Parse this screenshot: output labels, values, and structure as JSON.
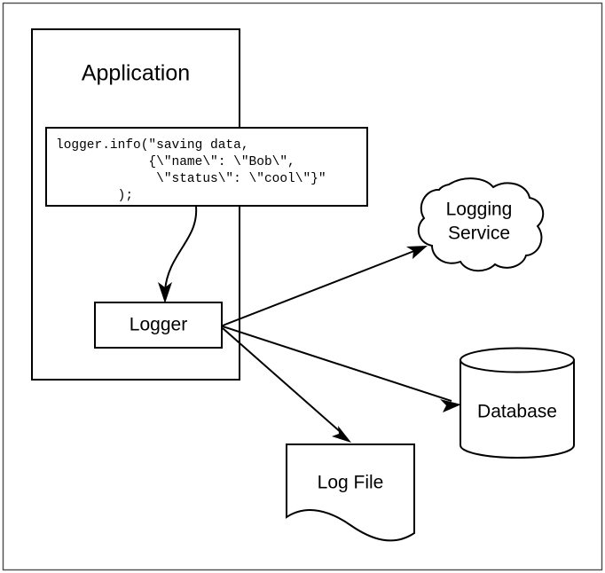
{
  "diagram": {
    "title_node": {
      "label": "Application"
    },
    "code_block": {
      "lines": [
        "logger.info(\"saving data,",
        "            {\\\"name\\\": \\\"Bob\\\",",
        "             \\\"status\\\": \\\"cool\\\"}\"",
        "        );"
      ]
    },
    "nodes": [
      {
        "id": "logger",
        "label": "Logger",
        "shape": "rectangle"
      },
      {
        "id": "logging-service",
        "label": "Logging Service",
        "line1": "Logging",
        "line2": "Service",
        "shape": "cloud"
      },
      {
        "id": "database",
        "label": "Database",
        "shape": "cylinder"
      },
      {
        "id": "log-file",
        "label": "Log File",
        "shape": "document"
      }
    ],
    "edges": [
      {
        "from": "code_block",
        "to": "logger",
        "style": "curved-arrow"
      },
      {
        "from": "logger",
        "to": "logging-service",
        "style": "straight-arrow"
      },
      {
        "from": "logger",
        "to": "database",
        "style": "straight-arrow"
      },
      {
        "from": "logger",
        "to": "log-file",
        "style": "straight-arrow"
      }
    ],
    "colors": {
      "stroke": "#000000",
      "fill": "#ffffff",
      "frame": "#4d4d4d"
    }
  }
}
